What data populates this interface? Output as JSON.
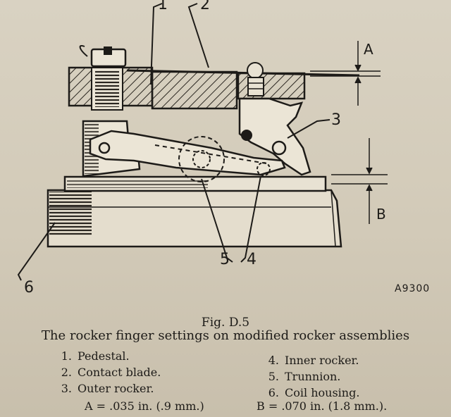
{
  "figure": {
    "number": "Fig. D.5",
    "caption": "The rocker finger settings on modified rocker assemblies",
    "drawing_ref": "A9300"
  },
  "callouts": {
    "c1": "1",
    "c2": "2",
    "c3": "3",
    "c4": "4",
    "c5": "5",
    "c6": "6",
    "dimA": "A",
    "dimB": "B"
  },
  "legend": {
    "left": [
      {
        "num": "1.",
        "label": "Pedestal."
      },
      {
        "num": "2.",
        "label": "Contact blade."
      },
      {
        "num": "3.",
        "label": "Outer rocker."
      }
    ],
    "right": [
      {
        "num": "4.",
        "label": "Inner rocker."
      },
      {
        "num": "5.",
        "label": "Trunnion."
      },
      {
        "num": "6.",
        "label": "Coil housing."
      }
    ]
  },
  "dimensions": {
    "a": "A = .035 in. (.9 mm.)",
    "b": "B = .070 in. (1.8 mm.)."
  }
}
